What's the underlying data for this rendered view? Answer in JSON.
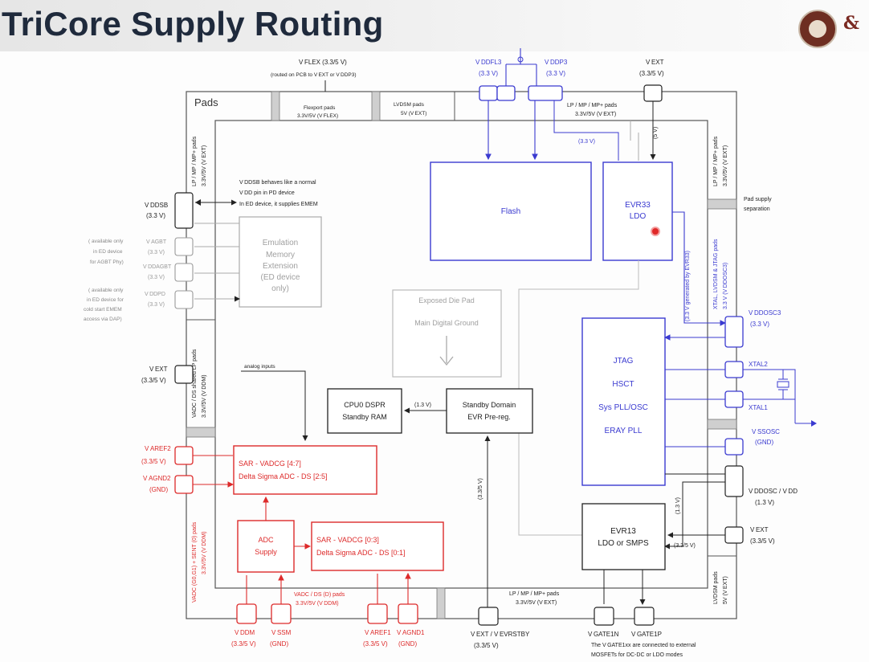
{
  "title": "TriCore Supply Routing",
  "logo_glyph": "&",
  "colors": {
    "title": "#1f2a3c",
    "blue": "#3a3ad0",
    "red": "#dd2a2a",
    "gray": "#a0a0a0",
    "black": "#222222"
  },
  "pads_label": "Pads",
  "top": {
    "vflex": "V FLEX (3.3/5 V)",
    "vflex_note": "(routed on PCB to V EXT or V DDP3)",
    "flexport": "Flexport pads",
    "flexport_v": "3.3V/5V (V FLEX)",
    "lvdsm": "LVDSM pads",
    "lvdsm_v": "5V (V EXT)",
    "vddfl3": "V DDFL3",
    "vddfl3_v": "(3.3 V)",
    "vddp3": "V DDP3",
    "vddp3_v": "(3.3 V)",
    "vext": "V EXT",
    "vext_v": "(3.3/5 V)",
    "lp_pads": "LP / MP / MP+ pads",
    "lp_pads_v": "3.3V/5V (V EXT)",
    "conn_33": "(3.3 V)",
    "conn_5": "(5 V)"
  },
  "left": {
    "lp_side": "LP / MP / MP+ pads",
    "lp_side_v": "3.3V/5V (V EXT)",
    "vddsb": "V DDSB",
    "vddsb_v": "(3.3 V)",
    "note1": "V DDSB behaves like a normal",
    "note2": "V DD pin in PD device",
    "note3": "In ED device, it supplies EMEM",
    "avail1": "( available only",
    "avail2": "in ED device",
    "avail3": "for AGBT Phy)",
    "vagbt": "V AGBT",
    "vagbt_v": "(3.3 V)",
    "vdd_agbt": "V DDAGBT",
    "vdd_agbt_v": "(3.3 V)",
    "avail4": "( available only",
    "avail5": "in ED device for",
    "avail6": "cold start EMEM",
    "avail7": "access via DAP)",
    "vddpd": "V DDPD",
    "vddpd_v": "(3.3 V)",
    "vadc_shared": "VADC / DS shared LP pads",
    "vadc_shared_v": "3.3V/5V (V DDM)",
    "vext": "V EXT",
    "vext_v": "(3.3/5 V)",
    "analog_inputs": "analog inputs",
    "varef2": "V AREF2",
    "varef2_v": "(3.3/5 V)",
    "vagnd2": "V AGND2",
    "vagnd2_v": "(GND)",
    "vadc_ds_pads": "VADC (G0,G1) + SENT (0) pads",
    "vadc_ds_pads_v": "3.3V/5V (V DDM)"
  },
  "right": {
    "lp_side": "LP / MP / MP+ pads",
    "lp_side_v": "3.3V/5V (V EXT)",
    "pad_sep1": "Pad supply",
    "pad_sep2": "separation",
    "xtal_side": "XTAL, LVDSM & JTAG pads",
    "xtal_side_v": "3.3 V (V DDOSC3)",
    "gen_note": "(3.3 V generated by EVR33)",
    "vddosc3": "V DDOSC3",
    "vddosc3_v": "(3.3 V)",
    "xtal2": "XTAL2",
    "xtal1": "XTAL1",
    "vssosc": "V SSOSC",
    "vssosc_v": "(GND)",
    "vddosc_vdd": "V DDOSC / V DD",
    "vddosc_vdd_v": "(1.3 V)",
    "vext": "V EXT",
    "vext_v": "(3.3/5 V)",
    "conn_13": "(1.3 V)",
    "conn_33_5": "(3.3/5 V)",
    "lvdsm_side": "LVDSM pads",
    "lvdsm_side_v": "5V (V EXT)"
  },
  "blocks": {
    "flash": "Flash",
    "evr33_1": "EVR33",
    "evr33_2": "LDO",
    "emem_1": "Emulation",
    "emem_2": "Memory",
    "emem_3": "Extension",
    "emem_4": "(ED device",
    "emem_5": "only)",
    "diepad_1": "Exposed Die Pad",
    "diepad_2": "Main Digital Ground",
    "jtag": "JTAG",
    "hsct": "HSCT",
    "syspll": "Sys PLL/OSC",
    "eraypll": "ERAY PLL",
    "cpu0_1": "CPU0 DSPR",
    "cpu0_2": "Standby RAM",
    "sb_1": "Standby Domain",
    "sb_2": "EVR Pre-reg.",
    "sb_conn": "(1.3 V)",
    "sar1_1": "SAR - VADCG [4:7]",
    "sar1_2": "Delta Sigma ADC - DS [2:5]",
    "adc_1": "ADC",
    "adc_2": "Supply",
    "sar2_1": "SAR - VADCG [0:3]",
    "sar2_2": "Delta Sigma ADC - DS [0:1]",
    "evr13_1": "EVR13",
    "evr13_2": "LDO or SMPS",
    "vert_335": "(3.3/5 V)"
  },
  "bottom": {
    "vadc_pads": "VADC / DS (D) pads",
    "vadc_pads_v": "3.3V/5V (V DDM)",
    "lp_pads": "LP / MP / MP+ pads",
    "lp_pads_v": "3.3V/5V (V EXT)",
    "vddm": "V DDM",
    "vddm_v": "(3.3/5 V)",
    "vssm": "V SSM",
    "vssm_v": "(GND)",
    "varef1": "V AREF1",
    "varef1_v": "(3.3/5 V)",
    "vagnd1": "V AGND1",
    "vagnd1_v": "(GND)",
    "vevrsb": "V EXT / V EVRSTBY",
    "vevrsb_v": "(3.3/5 V)",
    "vgaten": "V GATE1N",
    "vgatep": "V GATE1P",
    "gate_note1": "The V GATE1xx are connected to external",
    "gate_note2": "MOSFETs for DC-DC or LDO modes"
  }
}
